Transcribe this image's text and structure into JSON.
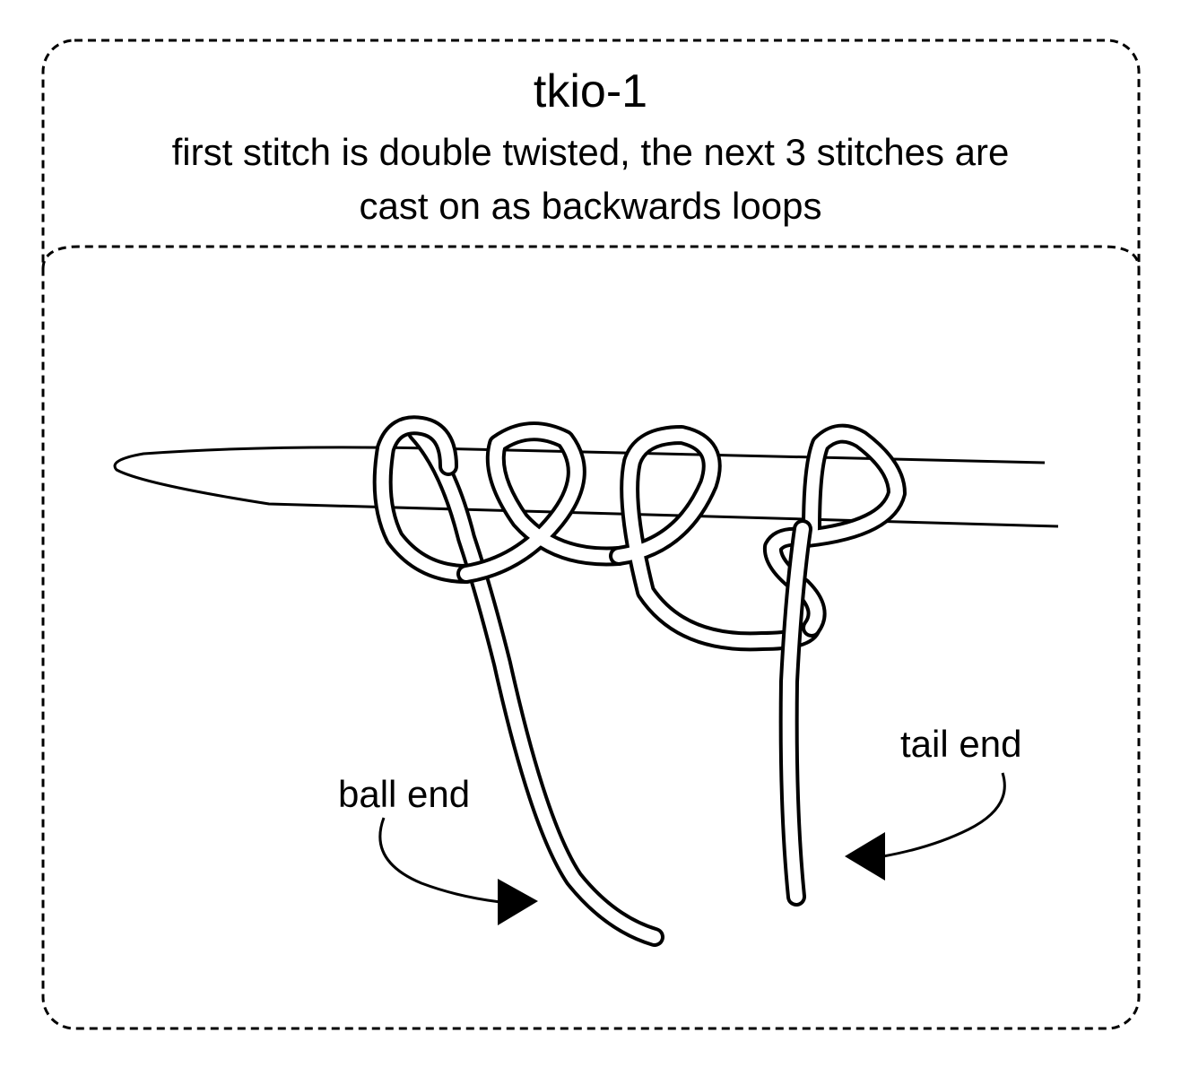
{
  "header": {
    "title": "tkio-1",
    "description": "first stitch is double twisted, the next 3 stitches are cast on as backwards loops"
  },
  "labels": {
    "ball_end": "ball end",
    "tail_end": "tail end"
  },
  "colors": {
    "line": "#000000",
    "yarn_fill": "#ffffff",
    "background": "#ffffff"
  }
}
